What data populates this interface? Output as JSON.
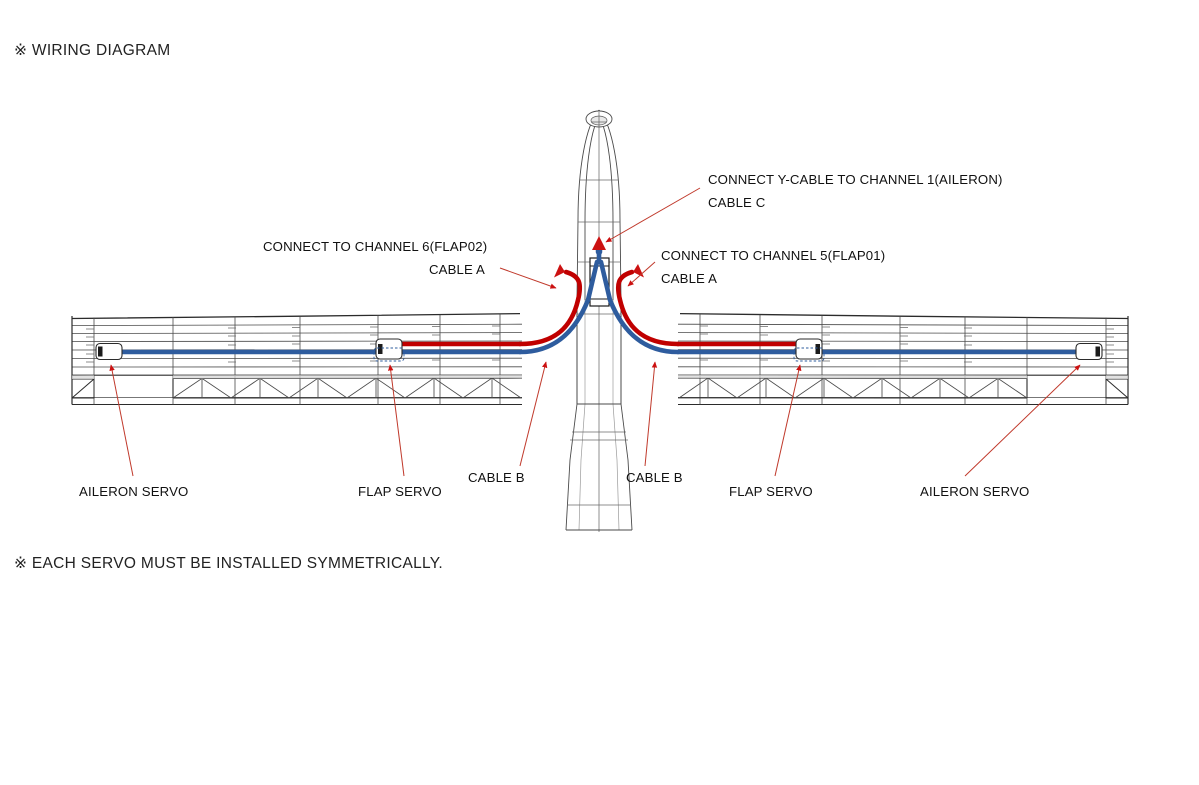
{
  "page": {
    "title": "※ WIRING DIAGRAM",
    "footnote": "※ EACH SERVO MUST BE INSTALLED SYMMETRICALLY.",
    "background_color": "#ffffff"
  },
  "colors": {
    "cable_red": "#C00000",
    "cable_blue": "#2E5C9E",
    "leader_line": "#C0392B",
    "arrow_fill": "#CC1111",
    "outline": "#3a3a3a",
    "text": "#111111"
  },
  "annotations": {
    "channel6": {
      "line1": "CONNECT TO CHANNEL 6(FLAP02)",
      "line2": "CABLE A"
    },
    "channel5": {
      "line1": "CONNECT TO CHANNEL 5(FLAP01)",
      "line2": "CABLE A"
    },
    "ycable": {
      "line1": "CONNECT Y-CABLE TO CHANNEL 1(AILERON)",
      "line2": "CABLE C"
    }
  },
  "labels": {
    "aileron_servo_left": "AILERON SERVO",
    "flap_servo_left": "FLAP SERVO",
    "cable_b_left": "CABLE B",
    "cable_b_right": "CABLE B",
    "flap_servo_right": "FLAP SERVO",
    "aileron_servo_right": "AILERON SERVO"
  },
  "icons": {
    "arrowhead": "arrowhead-icon",
    "servo_box": "servo-box-icon"
  }
}
